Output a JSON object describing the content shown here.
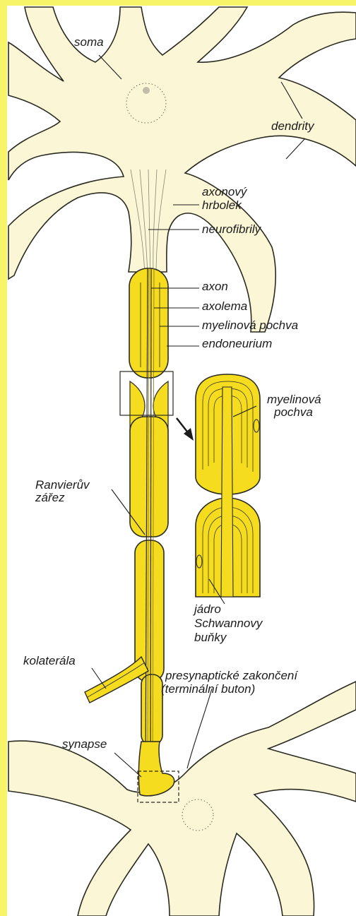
{
  "labels": {
    "soma": "soma",
    "dendrity": "dendrity",
    "axonovy_line1": "axonový",
    "axonovy_line2": "hrbolek",
    "neurofibrily": "neurofibrily",
    "axon": "axon",
    "axolema": "axolema",
    "myelinova_pochva": "myelinová pochva",
    "endoneurium": "endoneurium",
    "myelinova_inset_line1": "myelinová",
    "myelinova_inset_line2": "pochva",
    "ranvieruv_line1": "Ranvierův",
    "ranvieruv_line2": "zářez",
    "jadro_line1": "jádro",
    "jadro_line2": "Schwannovy",
    "jadro_line3": "buňky",
    "kolaterala": "kolaterála",
    "presynapticke_line1": "presynaptické zakončení",
    "presynapticke_line2": "(terminální buton)",
    "synapse": "synapse"
  },
  "colors": {
    "page_background": "#f7f46a",
    "figure_background": "#ffffff",
    "cell_fill": "#fbf6d6",
    "myelin_fill": "#f5dc1e",
    "outline": "#2a2a20"
  }
}
